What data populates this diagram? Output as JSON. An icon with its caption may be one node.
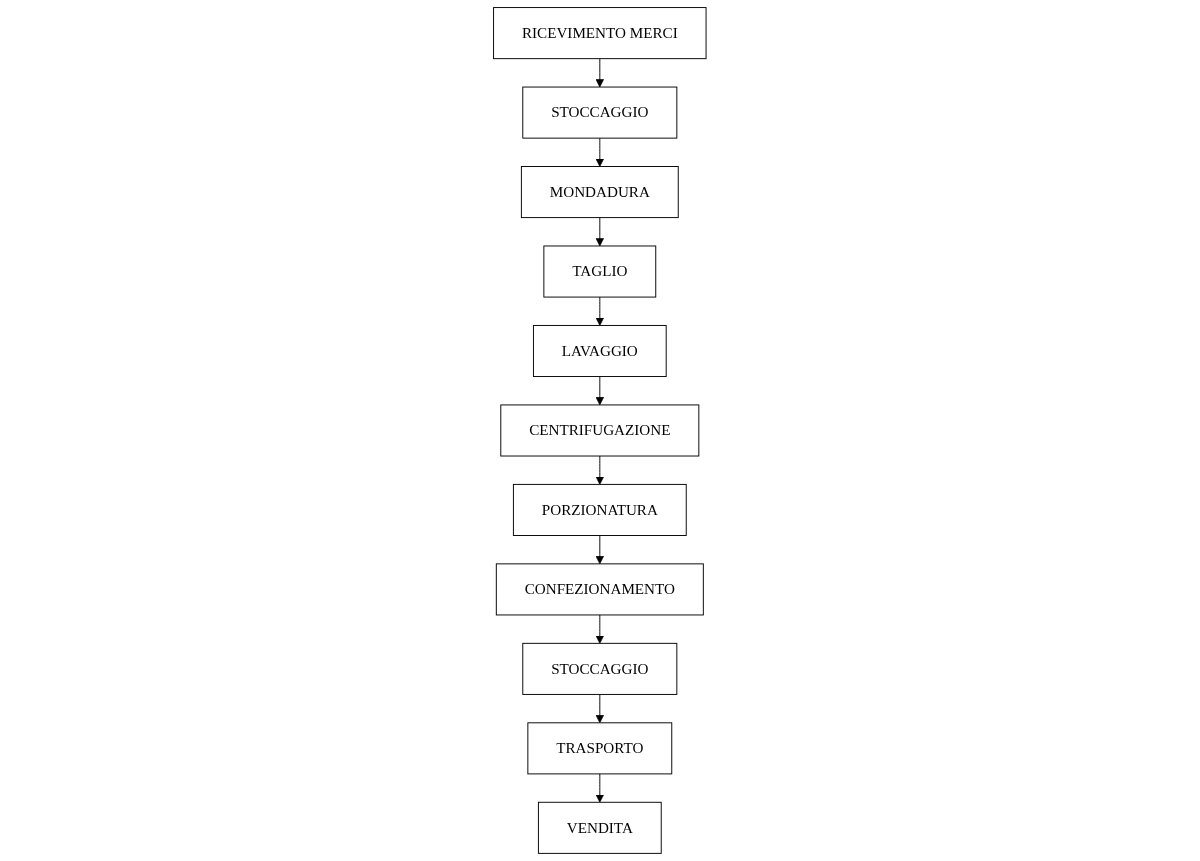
{
  "diagram": {
    "nodes": [
      {
        "text": [
          "RICEVIMENTO MERCI"
        ]
      },
      {
        "text": [
          "STOCCAGGIO"
        ]
      },
      {
        "text": [
          "MONDADURA"
        ]
      },
      {
        "text": [
          "TAGLIO"
        ]
      },
      {
        "text": [
          "LAVAGGIO"
        ]
      },
      {
        "text": [
          "CENTRIFUGAZIONE"
        ]
      },
      {
        "text": [
          "PORZIONATURA"
        ]
      },
      {
        "text": [
          "CONFEZIONAMENTO"
        ]
      },
      {
        "text": [
          "STOCCAGGIO"
        ]
      },
      {
        "text": [
          "TRASPORTO"
        ]
      },
      {
        "text": [
          "VENDITA"
        ]
      }
    ],
    "edges": [
      {
        "from": 0,
        "to": 1,
        "arrow": "to"
      },
      {
        "from": 1,
        "to": 2,
        "arrow": "to"
      },
      {
        "from": 2,
        "to": 3,
        "arrow": "to"
      },
      {
        "from": 3,
        "to": 4,
        "arrow": "to"
      },
      {
        "from": 4,
        "to": 5,
        "arrow": "to"
      },
      {
        "from": 5,
        "to": 6,
        "arrow": "to"
      },
      {
        "from": 6,
        "to": 7,
        "arrow": "to"
      },
      {
        "from": 7,
        "to": 8,
        "arrow": "to"
      },
      {
        "from": 8,
        "to": 9,
        "arrow": "to"
      },
      {
        "from": 9,
        "to": 10,
        "arrow": "to"
      }
    ]
  }
}
